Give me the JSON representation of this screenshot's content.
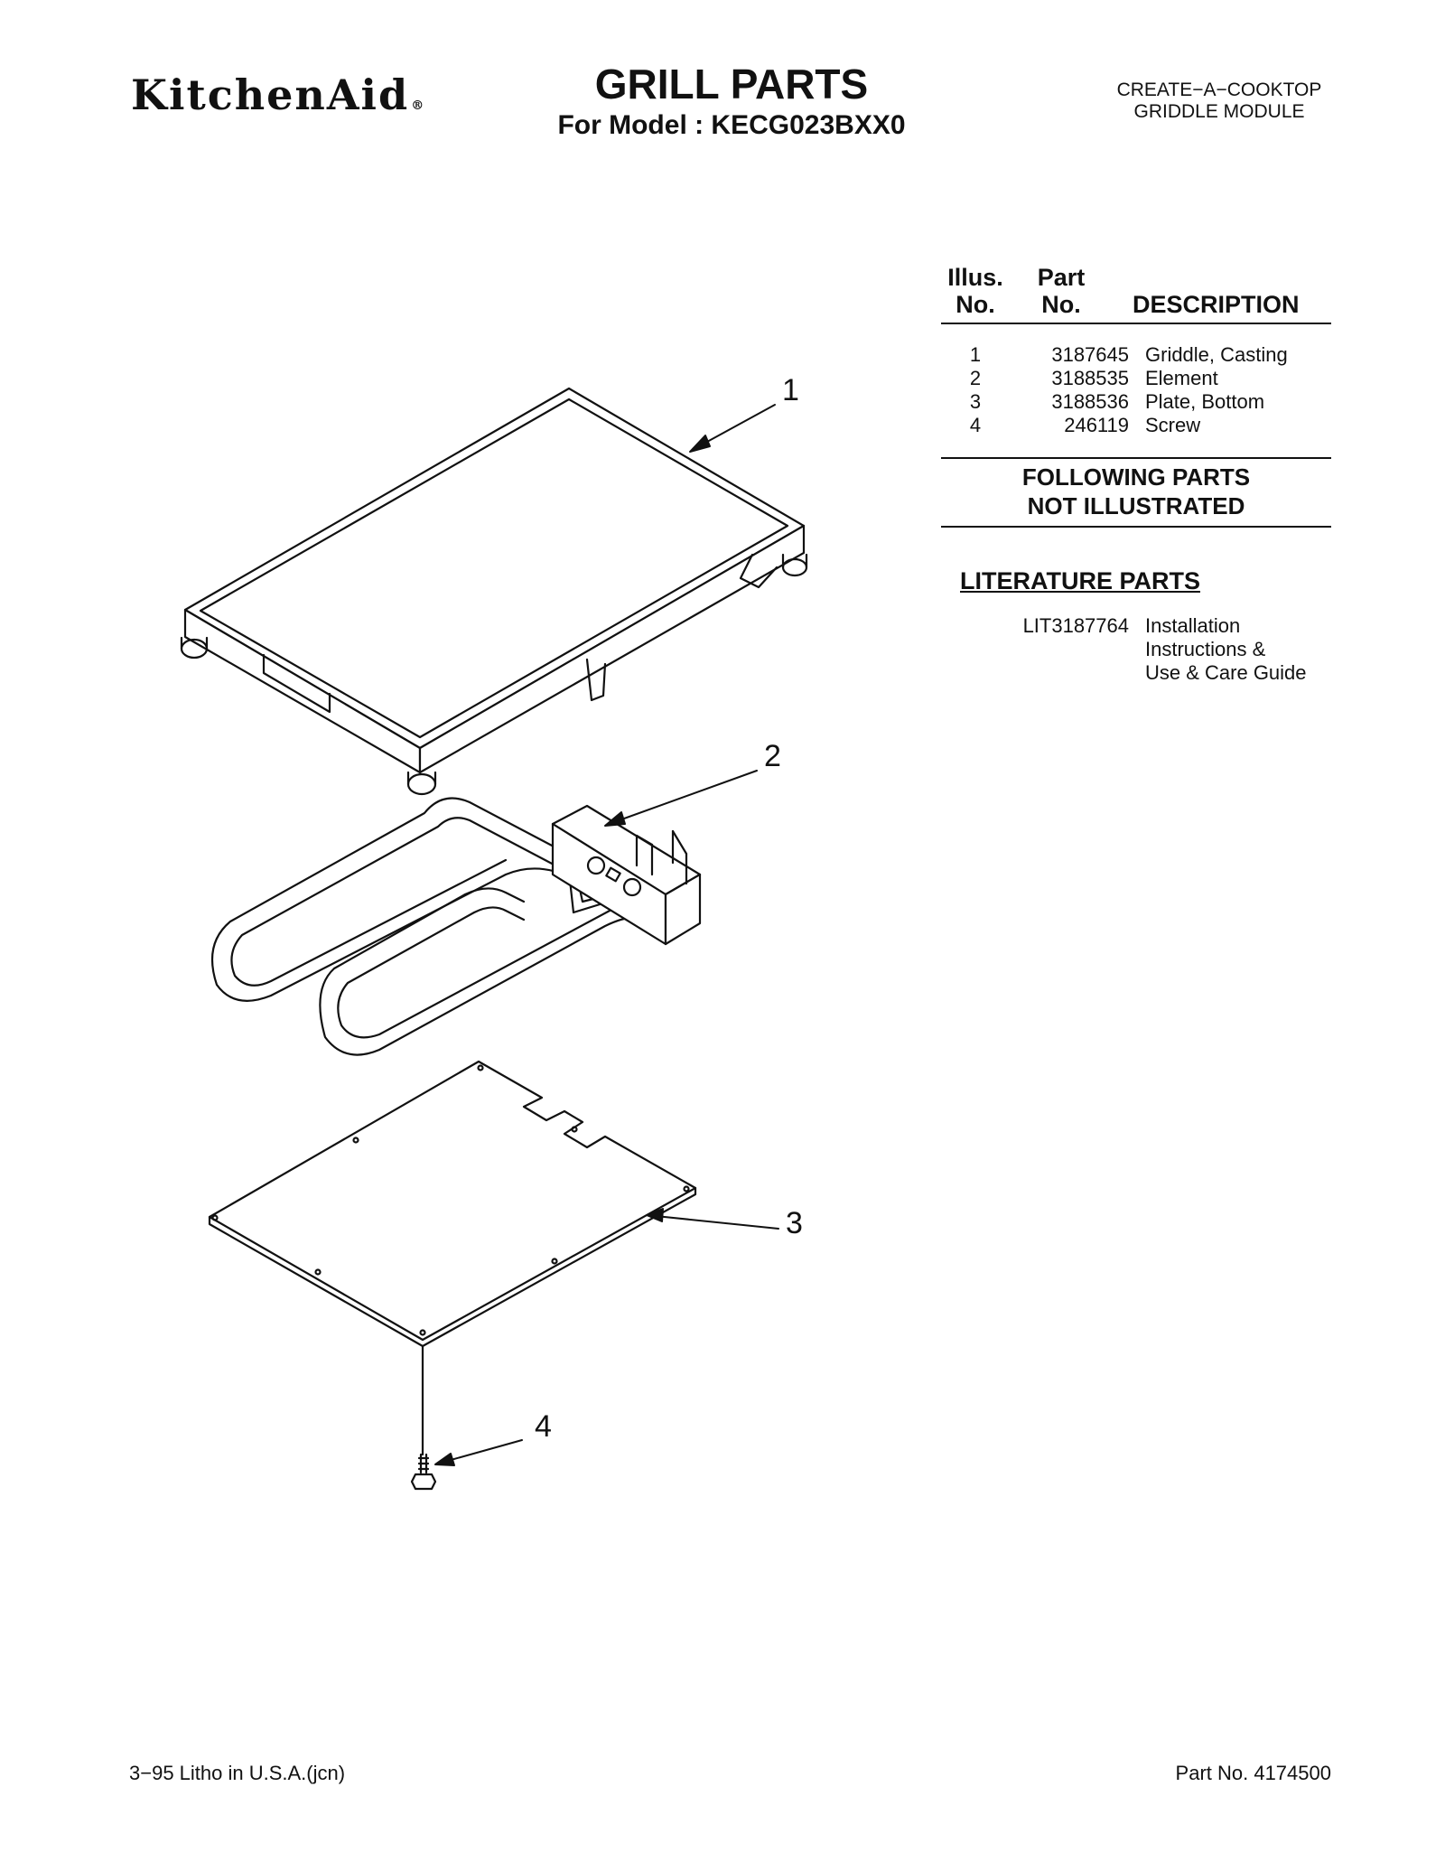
{
  "header": {
    "brand": "KitchenAid",
    "brand_mark": "®",
    "title": "GRILL PARTS",
    "model_line": "For Model : KECG023BXX0",
    "subtitle_line1": "CREATE−A−COOKTOP",
    "subtitle_line2": "GRIDDLE MODULE"
  },
  "table": {
    "col_illus_1": "Illus.",
    "col_illus_2": "No.",
    "col_part_1": "Part",
    "col_part_2": "No.",
    "col_desc": "DESCRIPTION",
    "rows": [
      {
        "illus": "1",
        "part": "3187645",
        "desc": "Griddle, Casting"
      },
      {
        "illus": "2",
        "part": "3188535",
        "desc": "Element"
      },
      {
        "illus": "3",
        "part": "3188536",
        "desc": "Plate, Bottom"
      },
      {
        "illus": "4",
        "part": "246119",
        "desc": "Screw"
      }
    ],
    "following_1": "FOLLOWING PARTS",
    "following_2": "NOT ILLUSTRATED"
  },
  "literature": {
    "heading": "LITERATURE PARTS",
    "part": "LIT3187764",
    "desc_1": "Installation",
    "desc_2": "Instructions &",
    "desc_3": "Use & Care Guide"
  },
  "callouts": {
    "c1": "1",
    "c2": "2",
    "c3": "3",
    "c4": "4"
  },
  "footer": {
    "left": "3−95 Litho in U.S.A.(jcn)",
    "right": "Part No. 4174500"
  }
}
